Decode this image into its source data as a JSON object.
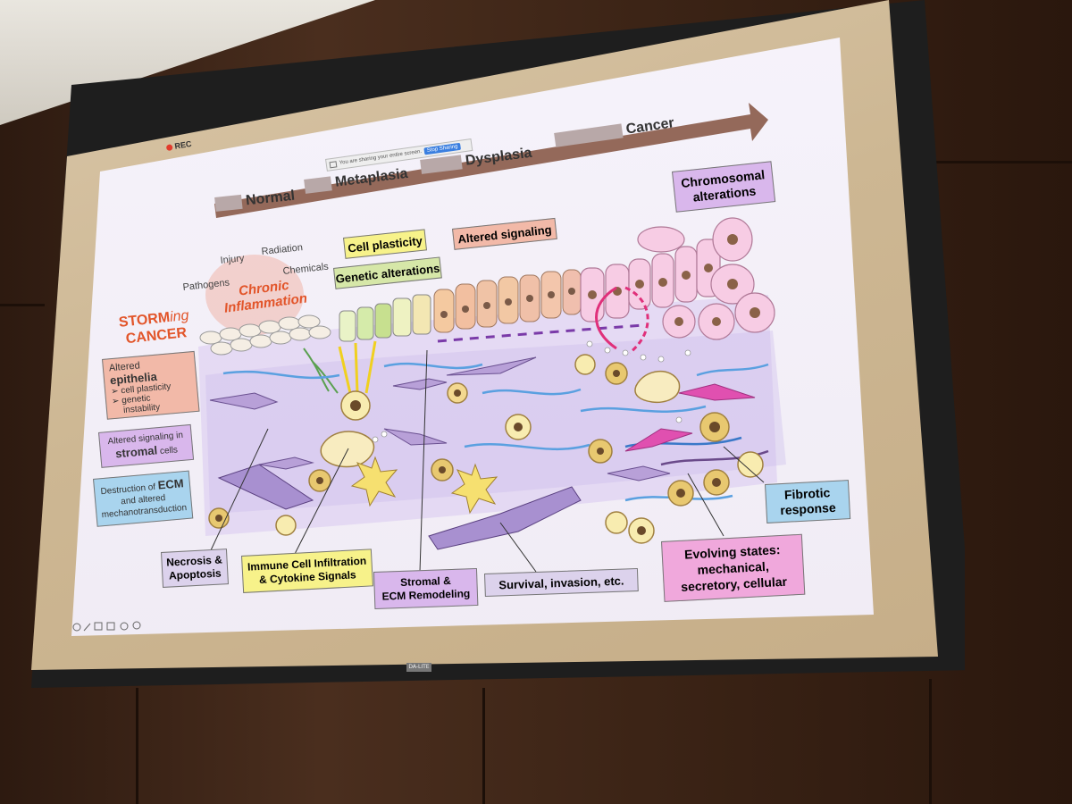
{
  "recording": {
    "label": "REC"
  },
  "share_bar": {
    "message": "You are sharing your entire screen.",
    "stop_label": "Stop Sharing"
  },
  "stages": [
    "Normal",
    "Metaplasia",
    "Dysplasia",
    "Cancer"
  ],
  "insults": {
    "pathogens": "Pathogens",
    "injury": "Injury",
    "radiation": "Radiation",
    "chemicals": "Chemicals"
  },
  "inflammation": {
    "line1": "Chronic",
    "line2": "Inflammation"
  },
  "storming": {
    "prefix": "STORM",
    "suffix": "ing",
    "line2": "CANCER"
  },
  "top_labels": {
    "cell_plasticity": "Cell plasticity",
    "genetic_alterations": "Genetic alterations",
    "altered_signaling": "Altered signaling",
    "chromosomal_line1": "Chromosomal",
    "chromosomal_line2": "alterations"
  },
  "left_boxes": {
    "epithelia_prefix": "Altered ",
    "epithelia_strong": "epithelia",
    "epithelia_b1": "cell plasticity",
    "epithelia_b2a": "genetic",
    "epithelia_b2b": "instability",
    "stromal_line1": "Altered signaling in",
    "stromal_strong": "stromal",
    "stromal_suffix": " cells",
    "ecm_prefix": "Destruction of ",
    "ecm_strong": "ECM",
    "ecm_line2": "and altered",
    "ecm_line3": "mechanotransduction"
  },
  "bottom_boxes": {
    "necrosis_line1": "Necrosis &",
    "necrosis_line2": "Apoptosis",
    "immune_line1": "Immune Cell Infiltration",
    "immune_line2": "& Cytokine Signals",
    "stromal_line1": "Stromal &",
    "stromal_line2": "ECM Remodeling",
    "survival": "Survival, invasion, etc.",
    "evolving_line1": "Evolving states:",
    "evolving_line2": "mechanical,",
    "evolving_line3": "secretory, cellular",
    "fibrotic_line1": "Fibrotic",
    "fibrotic_line2": "response"
  },
  "projector_logo": "DA-LITE",
  "colors": {
    "pink_box": "#f2b9a8",
    "purple_box": "#d9b7ec",
    "blue_box": "#a9d4ee",
    "yellow_box": "#f7f28a",
    "green_box": "#d6e7a8",
    "magenta_box": "#f0a8dc",
    "lilac_box": "#dcd2ec",
    "stage_bar": "#b8a8a8",
    "arrow": "#8a5a48",
    "inflammation_red": "#e2552a"
  }
}
